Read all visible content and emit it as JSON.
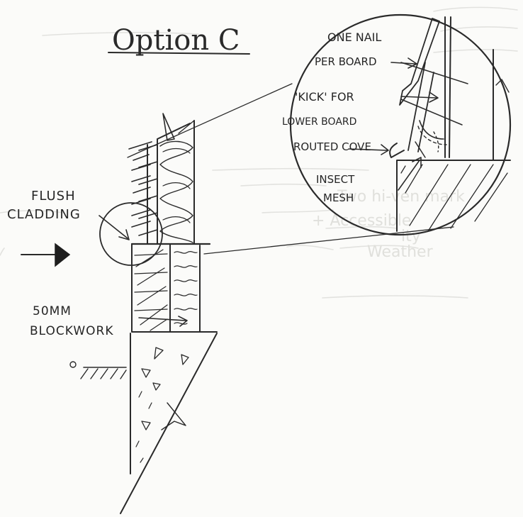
{
  "title": "Option C",
  "labels": {
    "flush_cladding_1": "FLUSH",
    "flush_cladding_2": "CLADDING",
    "blockwork_1": "50MM",
    "blockwork_2": "BLOCKWORK"
  },
  "detail_labels": {
    "one_nail_1": "ONE NAIL",
    "one_nail_2": "PER BOARD",
    "kick_1": "'KICK' FOR",
    "kick_2": "LOWER BOARD",
    "routed_cove": "ROUTED COVE",
    "insect_1": "INSECT",
    "insect_2": "MESH"
  },
  "colors": {
    "ink": "#2a2a2a",
    "paper": "#fbfbf9",
    "ghost": "#e2e2df"
  }
}
